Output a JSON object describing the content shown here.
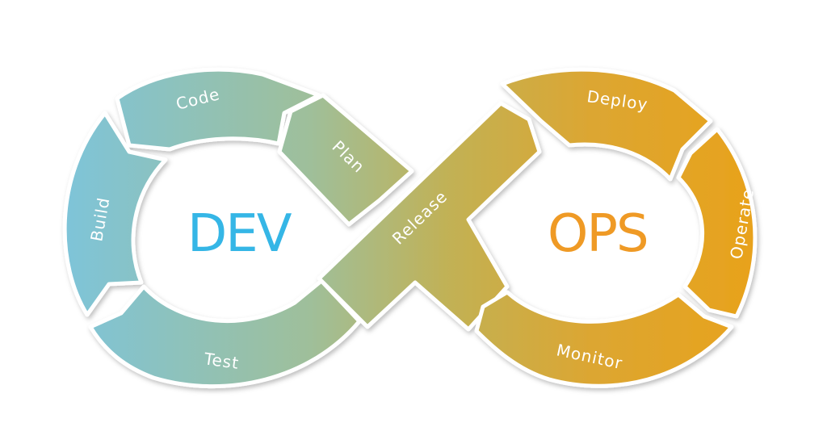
{
  "diagram": {
    "left_title": "DEV",
    "right_title": "OPS",
    "stages": {
      "code": "Code",
      "plan": "Plan",
      "release": "Release",
      "deploy": "Deploy",
      "operate": "Operate",
      "monitor": "Monitor",
      "test": "Test",
      "build": "Build"
    },
    "colors": {
      "dev_text": "#35b6e6",
      "ops_text": "#ef9a25",
      "gradient_start": "#7cc3d6",
      "gradient_mid": "#b8b35e",
      "gradient_end": "#e8a01e"
    }
  }
}
